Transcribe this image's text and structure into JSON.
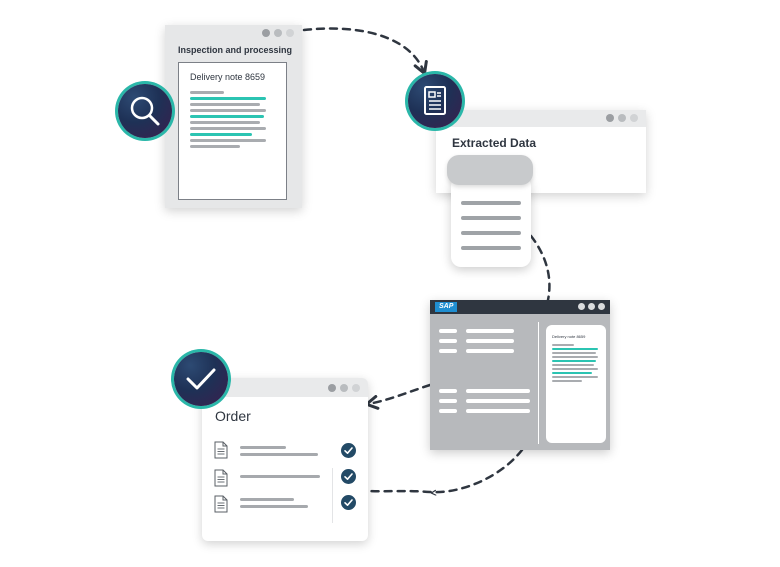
{
  "inspection_window": {
    "title": "Inspection and processing",
    "document_title": "Delivery note 8659"
  },
  "extracted_window": {
    "title": "Extracted Data"
  },
  "sap_window": {
    "logo": "SAP",
    "side_doc_title": "Delivery note 8659"
  },
  "order_window": {
    "title": "Order",
    "rows": [
      {
        "status": "checked"
      },
      {
        "status": "checked"
      },
      {
        "status": "checked"
      }
    ]
  },
  "icons": {
    "search_badge": "magnifier-icon",
    "document_badge": "document-icon",
    "check_badge": "checkmark-icon"
  },
  "colors": {
    "accent_teal": "#2bc4b2",
    "badge_navy": "#1e3156",
    "badge_purple": "#3a1f4e",
    "connector": "#2f3640",
    "sap_frame": "#b7b9bc",
    "check_navy": "#234a66"
  }
}
